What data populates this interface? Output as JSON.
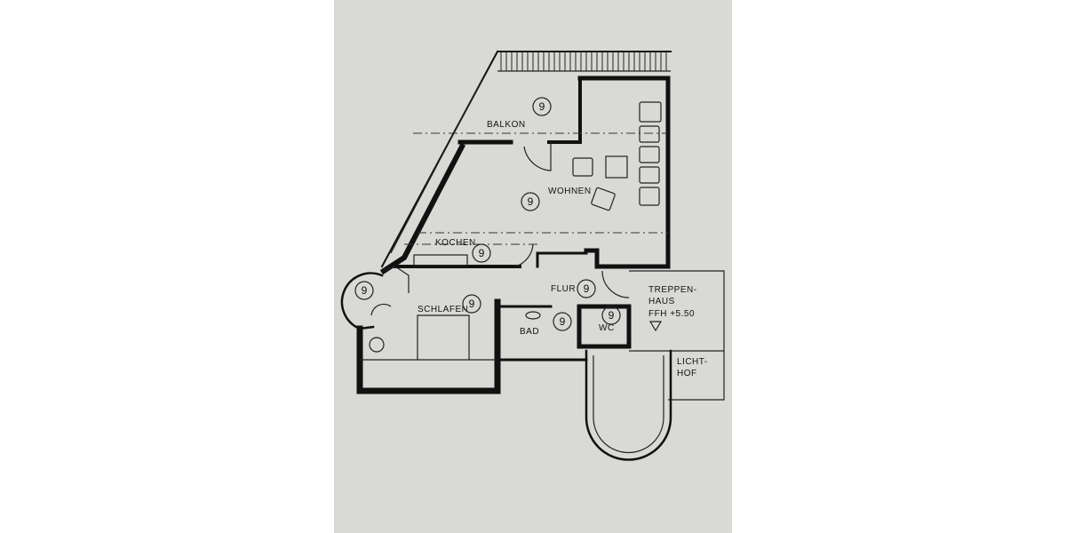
{
  "plan": {
    "rooms": [
      {
        "name": "BALKON",
        "number": "9"
      },
      {
        "name": "WOHNEN",
        "number": "9"
      },
      {
        "name": "KOCHEN",
        "number": "9"
      },
      {
        "name": "SCHLAFEN",
        "number": "9"
      },
      {
        "name": "FLUR",
        "number": "9"
      },
      {
        "name": "BAD",
        "number": "9"
      },
      {
        "name": "WC",
        "number": "9"
      }
    ],
    "small_balcony_number": "9",
    "stairwell": {
      "line1": "TREPPEN-",
      "line2": "HAUS",
      "level": "FFH +5.50"
    },
    "courtyard": {
      "line1": "LICHT-",
      "line2": "HOF"
    }
  }
}
